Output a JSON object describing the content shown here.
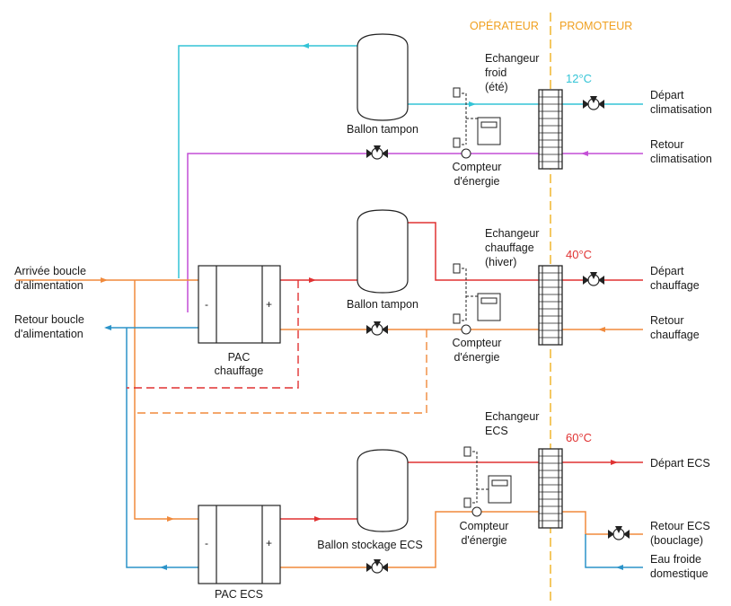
{
  "colors": {
    "cold": "#33c4d6",
    "magenta": "#c44fd6",
    "red": "#e03232",
    "orange": "#f08a3c",
    "blue": "#2b93c9",
    "zone_line": "#f0b020",
    "temp_cold": "#33c4d6",
    "temp_hot": "#e03232"
  },
  "header": {
    "operator": "OPÉRATEUR",
    "promoter": "PROMOTEUR"
  },
  "supply": {
    "arrival": [
      "Arrivée boucle",
      "d'alimentation"
    ],
    "return": [
      "Retour boucle",
      "d'alimentation"
    ]
  },
  "heat_pumps": {
    "heating": {
      "label": [
        "PAC",
        "chauffage"
      ],
      "minus": "-",
      "plus": "+"
    },
    "dhw": {
      "label": [
        "PAC ECS"
      ],
      "minus": "-",
      "plus": "+"
    }
  },
  "tanks": {
    "cold": "Ballon tampon",
    "heat": "Ballon tampon",
    "dhw": "Ballon stockage ECS"
  },
  "exchangers": {
    "cold": [
      "Echangeur",
      "froid",
      "(été)"
    ],
    "heat": [
      "Echangeur",
      "chauffage",
      "(hiver)"
    ],
    "dhw": [
      "Echangeur",
      "ECS"
    ]
  },
  "meters": {
    "cold": [
      "Compteur",
      "d'énergie"
    ],
    "heat": [
      "Compteur",
      "d'énergie"
    ],
    "dhw": [
      "Compteur",
      "d'énergie"
    ]
  },
  "temperatures": {
    "cold": "12°C",
    "heat": "40°C",
    "dhw": "60°C"
  },
  "outputs": {
    "cold_supply": [
      "Départ",
      "climatisation"
    ],
    "cold_return": [
      "Retour",
      "climatisation"
    ],
    "heat_supply": [
      "Départ",
      "chauffage"
    ],
    "heat_return": [
      "Retour",
      "chauffage"
    ],
    "dhw_supply": [
      "Départ ECS"
    ],
    "dhw_return": [
      "Retour ECS",
      "(bouclage)"
    ],
    "cold_water": [
      "Eau froide",
      "domestique"
    ]
  }
}
